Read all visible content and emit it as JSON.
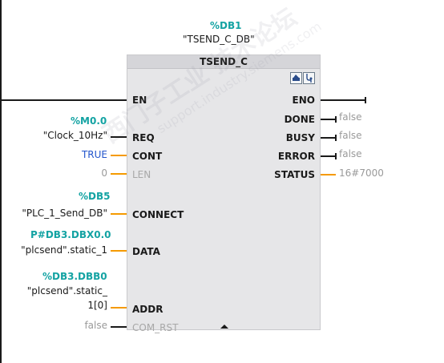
{
  "instance": {
    "db_name": "%DB1",
    "db_symbol": "\"TSEND_C_DB\""
  },
  "block": {
    "title": "TSEND_C"
  },
  "inputs": {
    "en": {
      "pin": "EN"
    },
    "req": {
      "address": "%M0.0",
      "symbol": "\"Clock_10Hz\"",
      "pin": "REQ"
    },
    "cont": {
      "value": "TRUE",
      "pin": "CONT"
    },
    "len": {
      "value": "0",
      "pin": "LEN"
    },
    "connect": {
      "address": "%DB5",
      "symbol": "\"PLC_1_Send_DB\"",
      "pin": "CONNECT"
    },
    "data": {
      "address": "P#DB3.DBX0.0",
      "symbol": "\"plcsend\".static_1",
      "pin": "DATA"
    },
    "addr": {
      "address": "%DB3.DBB0",
      "symbol_line1": "\"plcsend\".static_",
      "symbol_line2": "1[0]",
      "pin": "ADDR"
    },
    "com_rst": {
      "value": "false",
      "pin": "COM_RST"
    }
  },
  "outputs": {
    "eno": {
      "pin": "ENO"
    },
    "done": {
      "pin": "DONE",
      "value": "false"
    },
    "busy": {
      "pin": "BUSY",
      "value": "false"
    },
    "error": {
      "pin": "ERROR",
      "value": "false"
    },
    "status": {
      "pin": "STATUS",
      "value": "16#7000"
    }
  },
  "watermark": {
    "line1": "西门子工业 技术论坛",
    "line2": "support.industry.siemens.com"
  },
  "icons": [
    "config-icon",
    "diagnostics-icon",
    "collapse-arrow-icon"
  ],
  "colors": {
    "teal": "#14a3a3",
    "orange": "#f59a00",
    "block_bg": "#e6e6e8",
    "blue_const": "#2255cc"
  }
}
